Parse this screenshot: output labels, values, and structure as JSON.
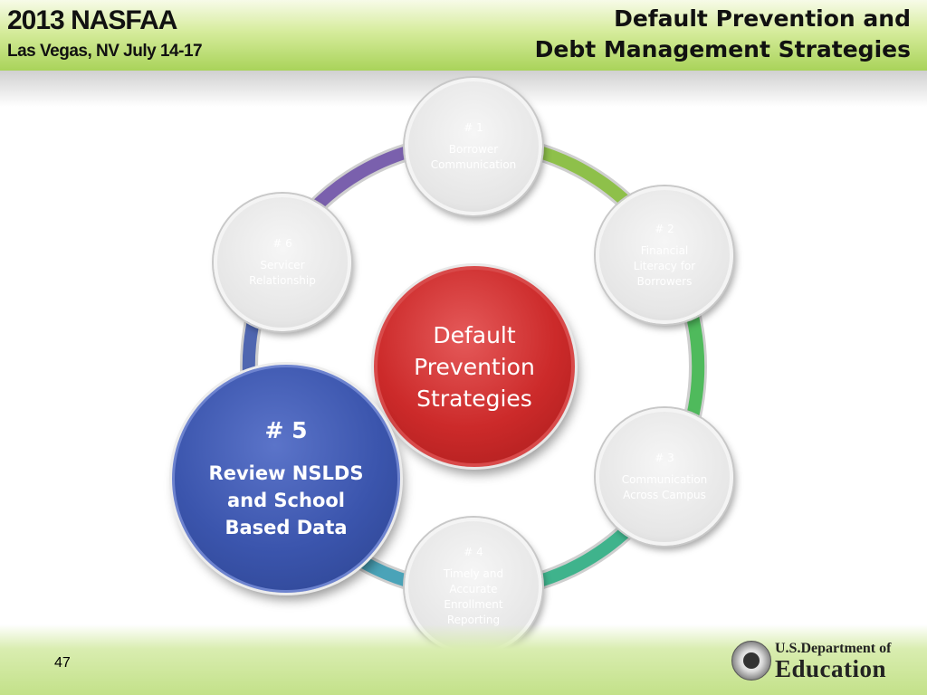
{
  "header": {
    "conference": "2013 NASFAA",
    "location": "Las Vegas, NV July 14-17",
    "title_line1": "Default Prevention and",
    "title_line2": "Debt Management Strategies"
  },
  "diagram": {
    "center": "Default\nPrevention\nStrategies",
    "nodes": [
      {
        "num": "# 1",
        "label": "Borrower\nCommunication"
      },
      {
        "num": "# 2",
        "label": "Financial\nLiteracy for\nBorrowers"
      },
      {
        "num": "# 3",
        "label": "Communication\nAcross Campus"
      },
      {
        "num": "# 4",
        "label": "Timely and\nAccurate\nEnrollment\nReporting"
      },
      {
        "num": "# 5",
        "label": "Review NSLDS\nand School\nBased Data"
      },
      {
        "num": "# 6",
        "label": "Servicer\nRelationship"
      }
    ]
  },
  "footer": {
    "page_number": "47",
    "logo_line1": "U.S.Department of",
    "logo_line2": "Education"
  },
  "colors": {
    "center": "#cc2a2a",
    "highlight": "#3b55ad",
    "header_green": "#a9d35a"
  }
}
